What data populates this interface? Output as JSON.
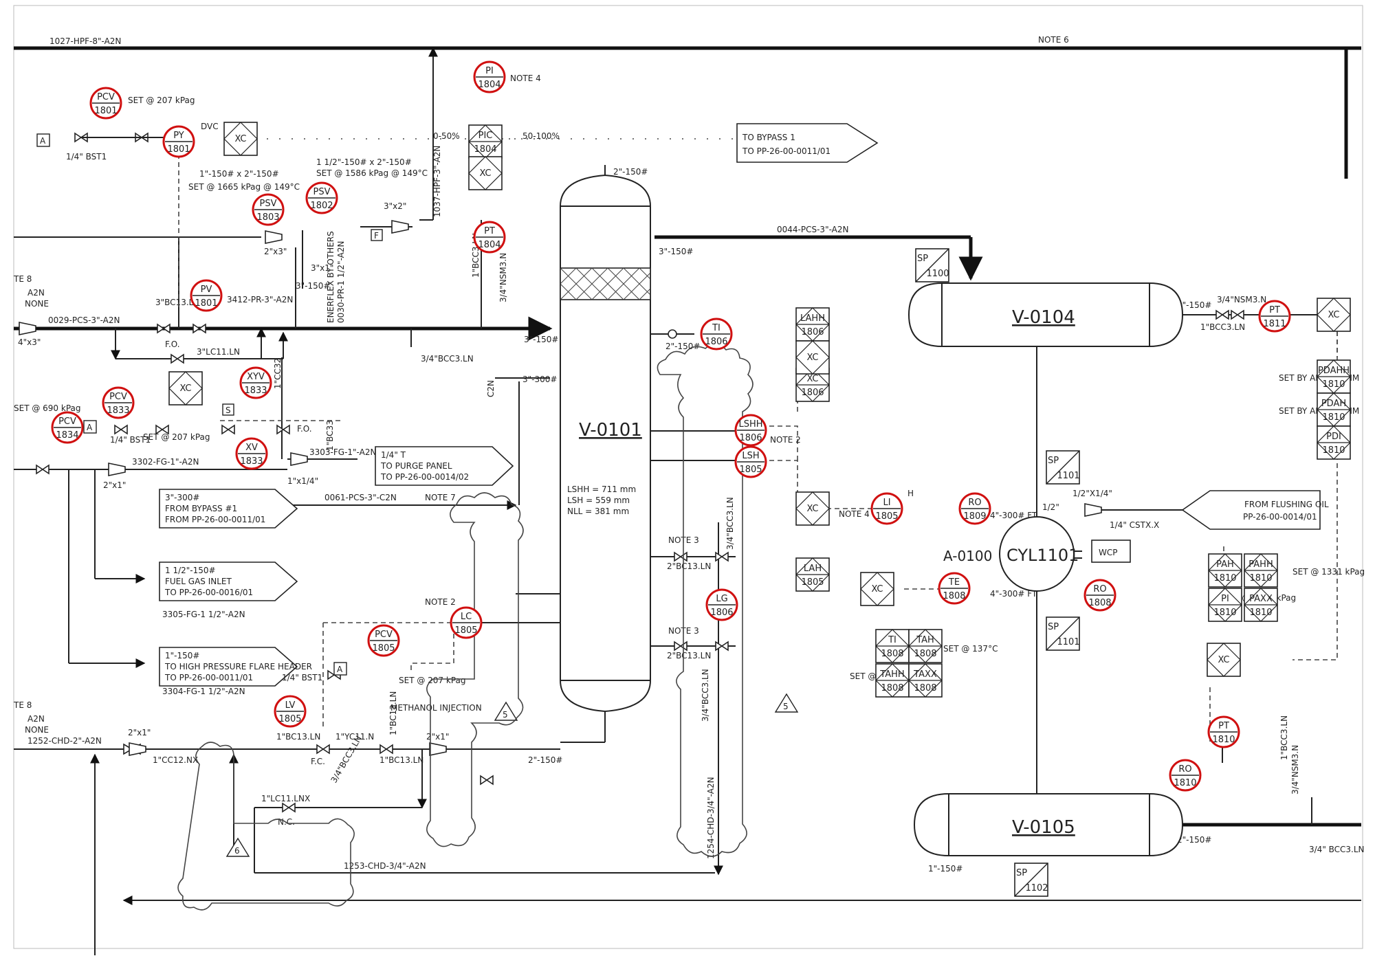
{
  "lines": {
    "top_header": "1027-HPF-8\"-A2N",
    "note6": "NOTE 6",
    "l0029": "0029-PCS-3\"-A2N",
    "l3412": "3412-PR-3\"-A2N",
    "l0044": "0044-PCS-3\"-A2N",
    "l3302": "3302-FG-1\"-A2N",
    "l3303": "3303-FG-1\"-A2N",
    "l0061": "0061-PCS-3\"-C2N",
    "note7": "NOTE 7",
    "l1252": "1252-CHD-2\"-A2N",
    "l1253": "1253-CHD-3/4\"-A2N",
    "l1254": "1254-CHD-3/4\"-A2N",
    "l1037": "1037-HPF-3\"-A2N",
    "l0030": "0030-PR-1 1/2\"-A2N",
    "enerflex": "ENERFLEX BY OTHERS",
    "l3305": "3305-FG-1 1/2\"-A2N",
    "l3304": "3304-FG-1 1/2\"-A2N"
  },
  "offpage": {
    "bypass": [
      "TO BYPASS 1",
      "TO PP-26-00-0011/01"
    ],
    "purge": [
      "1/4\" T",
      "TO PURGE PANEL",
      "TO PP-26-00-0014/02"
    ],
    "from_bypass": [
      "3\"-300#",
      "FROM BYPASS #1",
      "FROM PP-26-00-0011/01"
    ],
    "fuel_gas": [
      "1 1/2\"-150#",
      "FUEL GAS INLET",
      "TO PP-26-00-0016/01"
    ],
    "flare": [
      "1\"-150#",
      "TO HIGH PRESSURE FLARE HEADER",
      "TO PP-26-00-0011/01"
    ],
    "flushing": [
      "FROM FLUSHING OIL",
      "PP-26-00-0014/01"
    ]
  },
  "vessels": {
    "v0101": "V-0101",
    "v0104": "V-0104",
    "v0105": "V-0105",
    "cyl": "CYL1101",
    "a0100": "A-0100",
    "wcp": "WCP",
    "levels": [
      "LSHH    =   711 mm",
      "LSH      =   559 mm",
      "NLL       =   381 mm"
    ]
  },
  "bubbles": [
    {
      "tag": "PCV",
      "num": "1801"
    },
    {
      "tag": "PY",
      "num": "1801"
    },
    {
      "tag": "PSV",
      "num": "1803"
    },
    {
      "tag": "PSV",
      "num": "1802"
    },
    {
      "tag": "PV",
      "num": "1801"
    },
    {
      "tag": "PI",
      "num": "1804"
    },
    {
      "tag": "PT",
      "num": "1804"
    },
    {
      "tag": "PCV",
      "num": "1833"
    },
    {
      "tag": "XYV",
      "num": "1833"
    },
    {
      "tag": "XV",
      "num": "1833"
    },
    {
      "tag": "PCV",
      "num": "1834"
    },
    {
      "tag": "TI",
      "num": "1806"
    },
    {
      "tag": "LSHH",
      "num": "1806"
    },
    {
      "tag": "LSH",
      "num": "1805"
    },
    {
      "tag": "LI",
      "num": "1805"
    },
    {
      "tag": "LC",
      "num": "1805"
    },
    {
      "tag": "PCV",
      "num": "1805"
    },
    {
      "tag": "LV",
      "num": "1805"
    },
    {
      "tag": "LG",
      "num": "1806"
    },
    {
      "tag": "RO",
      "num": "1809"
    },
    {
      "tag": "TE",
      "num": "1808"
    },
    {
      "tag": "RO",
      "num": "1808"
    },
    {
      "tag": "PT",
      "num": "1811"
    },
    {
      "tag": "PT",
      "num": "1810"
    },
    {
      "tag": "RO",
      "num": "1810"
    }
  ],
  "boxes": [
    {
      "tag": "PIC",
      "num": "1804"
    },
    {
      "tag": "LAHH",
      "num": "1806"
    },
    {
      "tag": "XC",
      "num": "1806"
    },
    {
      "tag": "LAH",
      "num": "1805"
    },
    {
      "tag": "SP",
      "num": "1100"
    },
    {
      "tag": "SP",
      "num": "1101"
    },
    {
      "tag": "SP",
      "num": "1101"
    },
    {
      "tag": "SP",
      "num": "1102"
    },
    {
      "tag": "PDAHH",
      "num": "1810"
    },
    {
      "tag": "PDAH",
      "num": "1810"
    },
    {
      "tag": "PDI",
      "num": "1810"
    },
    {
      "tag": "PAH",
      "num": "1810"
    },
    {
      "tag": "PAHH",
      "num": "1810"
    },
    {
      "tag": "PI",
      "num": "1810"
    },
    {
      "tag": "PAXX",
      "num": "1810"
    },
    {
      "tag": "TI",
      "num": "1808"
    },
    {
      "tag": "TAH",
      "num": "1808"
    },
    {
      "tag": "TAHH",
      "num": "1808"
    },
    {
      "tag": "TAXX",
      "num": "1808"
    }
  ],
  "labels": {
    "set207": "SET @ 207 kPag",
    "dvc": "DVC",
    "bst1": "1/4\" BST1",
    "psv1803_size": "1\"-150# x 2\"-150#",
    "psv1803_set": "SET @ 1665 kPag @ 149°C",
    "psv1802_size": "1 1/2\"-150# x 2\"-150#",
    "psv1802_set": "SET @ 1586 kPag @ 149°C",
    "r0_50": "0-50%",
    "r50_100": "50-100%",
    "note4": "NOTE 4",
    "note2": "NOTE 2",
    "note3": "NOTE 3",
    "n2_150": "2\"-150#",
    "n3_150": "3\"-150#",
    "n1_150": "1\"-150#",
    "n3_300": "3\"-300#",
    "n3x2": "3\"x2\"",
    "n2x3": "2\"x3\"",
    "n3x1": "3\"x1\"",
    "n2x1": "2\"x1\"",
    "n1x14": "1\"x1/4\"",
    "n4x3": "4\"x3\"",
    "bc13": "3\"BC13.LN",
    "lc11": "3\"LC11.LN",
    "bcc3": "3/4\"BCC3.LN",
    "bcc3b": "3/4\" BCC3.LN",
    "bc13_2": "2\"BC13.LN",
    "bc13_1": "1\"BC13.LN",
    "yc11": "1\"YC11.N",
    "cc12": "1\"CC12.NX",
    "lc11nx": "1\"LC11.LNX",
    "nc": "N.C.",
    "fo": "F.O.",
    "fc": "F.C.",
    "methanol": "METHANOL INJECTION",
    "set690": "SET @ 690 kPag",
    "set1261": "SET @ 1261 kPag",
    "set1331": "SET @ 1331 kPag",
    "set137": "SET @ 137°C",
    "set142": "SET @ 142°C",
    "algorithm": "SET BY ALGORITHM",
    "cstx": "1/4\" CSTX.X",
    "half": "1/2\"",
    "halfx": "1/2\"X1/4\"",
    "ft4_300": "4\"-300# FT",
    "nsm3": "3/4\"NSM3.N",
    "bcc3_1": "1\"BCC3.LN",
    "a2n": "A2N",
    "none": "NONE",
    "te8": "TE 8",
    "c2n": "C2N",
    "cc32": "1\"CC32",
    "bc33": "1\"BC33",
    "f": "F",
    "a": "A",
    "s": "S",
    "xc": "XC",
    "h": "H",
    "n5": "5",
    "n6": "6"
  }
}
